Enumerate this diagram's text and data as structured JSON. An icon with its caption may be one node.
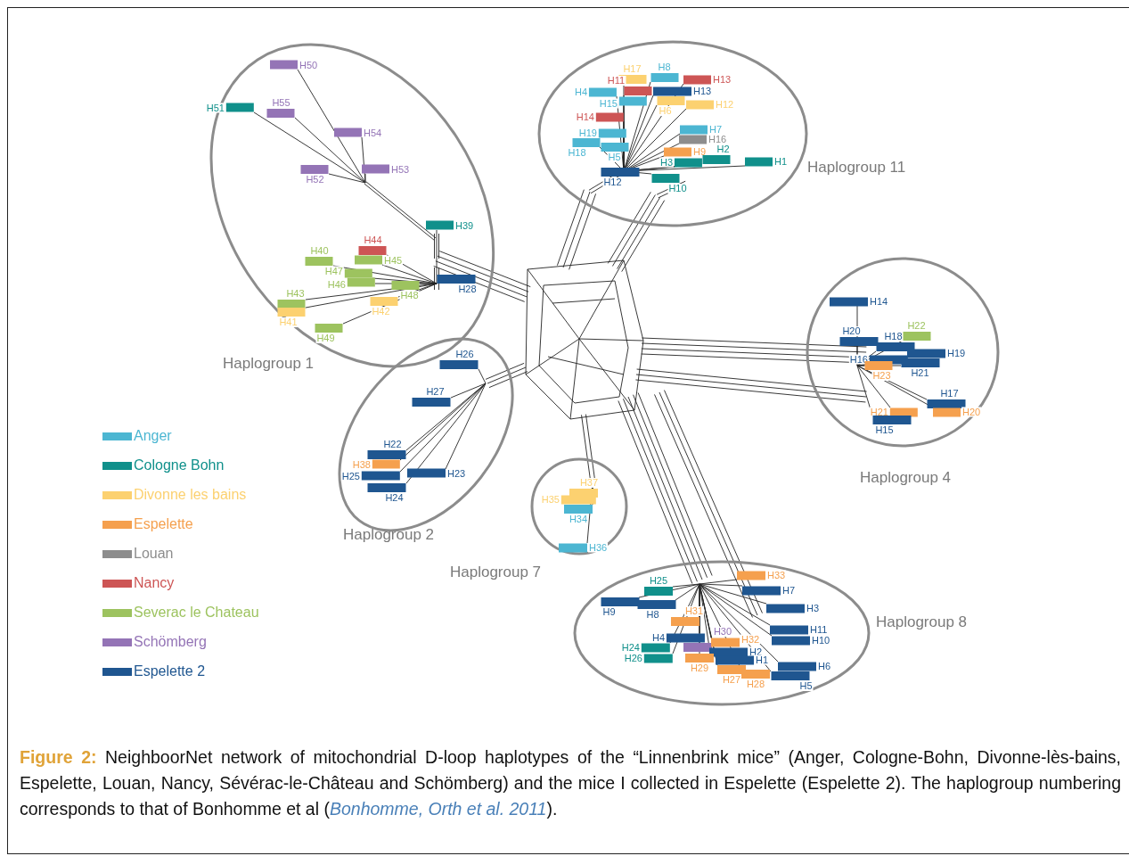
{
  "diagram": {
    "caption": "**Figure 2:** NeighboorNet network of mitochondrial D-loop haplotypes of the “Linnenbrink mice” (Anger, Cologne-Bohn, Divonne-lès-bains, Espelette, Louan, Nancy, Sévérac-le-Château and Schömberg) and the mice I collected in Espelette (Espelette 2). The haplogroup numbering corresponds to that of Bonhomme et al (*Bonhomme, Orth et al. 2011*).",
    "nodes": [
      {
        "text": [
          "Haplogroup 1"
        ]
      },
      {
        "text": [
          "Haplogroup 11"
        ]
      },
      {
        "text": [
          "Haplogroup 4"
        ]
      },
      {
        "text": [
          "Haplogroup 2"
        ]
      },
      {
        "text": [
          "Haplogroup 7"
        ]
      },
      {
        "text": [
          "Haplogroup 8"
        ]
      },
      {
        "text": [
          "H50"
        ],
        "in": 0
      },
      {
        "text": [
          "H51"
        ],
        "in": 0
      },
      {
        "text": [
          "H55"
        ],
        "in": 0
      },
      {
        "text": [
          "H54"
        ],
        "in": 0
      },
      {
        "text": [
          "H52"
        ],
        "in": 0
      },
      {
        "text": [
          "H53"
        ],
        "in": 0
      },
      {
        "text": [
          "H39"
        ],
        "in": 0
      },
      {
        "text": [
          "H44"
        ],
        "in": 0
      },
      {
        "text": [
          "H40"
        ],
        "in": 0
      },
      {
        "text": [
          "H45"
        ],
        "in": 0
      },
      {
        "text": [
          "H47"
        ],
        "in": 0
      },
      {
        "text": [
          "H46"
        ],
        "in": 0
      },
      {
        "text": [
          "H48"
        ],
        "in": 0
      },
      {
        "text": [
          "H28"
        ],
        "in": 0
      },
      {
        "text": [
          "H43"
        ],
        "in": 0
      },
      {
        "text": [
          "H41"
        ],
        "in": 0
      },
      {
        "text": [
          "H42"
        ],
        "in": 0
      },
      {
        "text": [
          "H49"
        ],
        "in": 0
      },
      {
        "text": [
          "H17"
        ],
        "in": 1
      },
      {
        "text": [
          "H8"
        ],
        "in": 1
      },
      {
        "text": [
          "H13"
        ],
        "in": 1
      },
      {
        "text": [
          "H11"
        ],
        "in": 1
      },
      {
        "text": [
          "H4"
        ],
        "in": 1
      },
      {
        "text": [
          "H13"
        ],
        "in": 1
      },
      {
        "text": [
          "H15"
        ],
        "in": 1
      },
      {
        "text": [
          "H6"
        ],
        "in": 1
      },
      {
        "text": [
          "H12"
        ],
        "in": 1
      },
      {
        "text": [
          "H14"
        ],
        "in": 1
      },
      {
        "text": [
          "H19"
        ],
        "in": 1
      },
      {
        "text": [
          "H7"
        ],
        "in": 1
      },
      {
        "text": [
          "H16"
        ],
        "in": 1
      },
      {
        "text": [
          "H18"
        ],
        "in": 1
      },
      {
        "text": [
          "H5"
        ],
        "in": 1
      },
      {
        "text": [
          "H9"
        ],
        "in": 1
      },
      {
        "text": [
          "H3"
        ],
        "in": 1
      },
      {
        "text": [
          "H2"
        ],
        "in": 1
      },
      {
        "text": [
          "H1"
        ],
        "in": 1
      },
      {
        "text": [
          "H12"
        ],
        "in": 1
      },
      {
        "text": [
          "H10"
        ],
        "in": 1
      },
      {
        "text": [
          "H14"
        ],
        "in": 2
      },
      {
        "text": [
          "H20"
        ],
        "in": 2
      },
      {
        "text": [
          "H18"
        ],
        "in": 2
      },
      {
        "text": [
          "H22"
        ],
        "in": 2
      },
      {
        "text": [
          "H19"
        ],
        "in": 2
      },
      {
        "text": [
          "H16"
        ],
        "in": 2
      },
      {
        "text": [
          "H23"
        ],
        "in": 2
      },
      {
        "text": [
          "H21"
        ],
        "in": 2
      },
      {
        "text": [
          "H17"
        ],
        "in": 2
      },
      {
        "text": [
          "H21"
        ],
        "in": 2
      },
      {
        "text": [
          "H20"
        ],
        "in": 2
      },
      {
        "text": [
          "H15"
        ],
        "in": 2
      },
      {
        "text": [
          "H26"
        ],
        "in": 3
      },
      {
        "text": [
          "H27"
        ],
        "in": 3
      },
      {
        "text": [
          "H22"
        ],
        "in": 3
      },
      {
        "text": [
          "H38"
        ],
        "in": 3
      },
      {
        "text": [
          "H25"
        ],
        "in": 3
      },
      {
        "text": [
          "H23"
        ],
        "in": 3
      },
      {
        "text": [
          "H24"
        ],
        "in": 3
      },
      {
        "text": [
          "H37"
        ],
        "in": 4
      },
      {
        "text": [
          "H35"
        ],
        "in": 4
      },
      {
        "text": [
          "H34"
        ],
        "in": 4
      },
      {
        "text": [
          "H36"
        ],
        "in": 4
      },
      {
        "text": [
          "H33"
        ],
        "in": 5
      },
      {
        "text": [
          "H25"
        ],
        "in": 5
      },
      {
        "text": [
          "H7"
        ],
        "in": 5
      },
      {
        "text": [
          "H9"
        ],
        "in": 5
      },
      {
        "text": [
          "H8"
        ],
        "in": 5
      },
      {
        "text": [
          "H3"
        ],
        "in": 5
      },
      {
        "text": [
          "H31"
        ],
        "in": 5
      },
      {
        "text": [
          "H11"
        ],
        "in": 5
      },
      {
        "text": [
          "H4"
        ],
        "in": 5
      },
      {
        "text": [
          "H30"
        ],
        "in": 5
      },
      {
        "text": [
          "H10"
        ],
        "in": 5
      },
      {
        "text": [
          "H32"
        ],
        "in": 5
      },
      {
        "text": [
          "H24"
        ],
        "in": 5
      },
      {
        "text": [
          "H2"
        ],
        "in": 5
      },
      {
        "text": [
          "H26"
        ],
        "in": 5
      },
      {
        "text": [
          "H29"
        ],
        "in": 5
      },
      {
        "text": [
          "H1"
        ],
        "in": 5
      },
      {
        "text": [
          "H6"
        ],
        "in": 5
      },
      {
        "text": [
          "H27"
        ],
        "in": 5
      },
      {
        "text": [
          "H28"
        ],
        "in": 5
      },
      {
        "text": [
          "H5"
        ],
        "in": 5
      }
    ],
    "legend": [
      {
        "text": "Anger",
        "color": "#4cb6d2"
      },
      {
        "text": "Cologne Bohn",
        "color": "#10908b"
      },
      {
        "text": "Divonne les bains",
        "color": "#fcd170"
      },
      {
        "text": "Espelette",
        "color": "#f5a04e"
      },
      {
        "text": "Louan",
        "color": "#8d8d8d"
      },
      {
        "text": "Nancy",
        "color": "#cd5555"
      },
      {
        "text": "Severac le Chateau",
        "color": "#9dc35f"
      },
      {
        "text": "Schömberg",
        "color": "#9474b6"
      },
      {
        "text": "Espelette 2",
        "color": "#1f5690"
      }
    ]
  }
}
